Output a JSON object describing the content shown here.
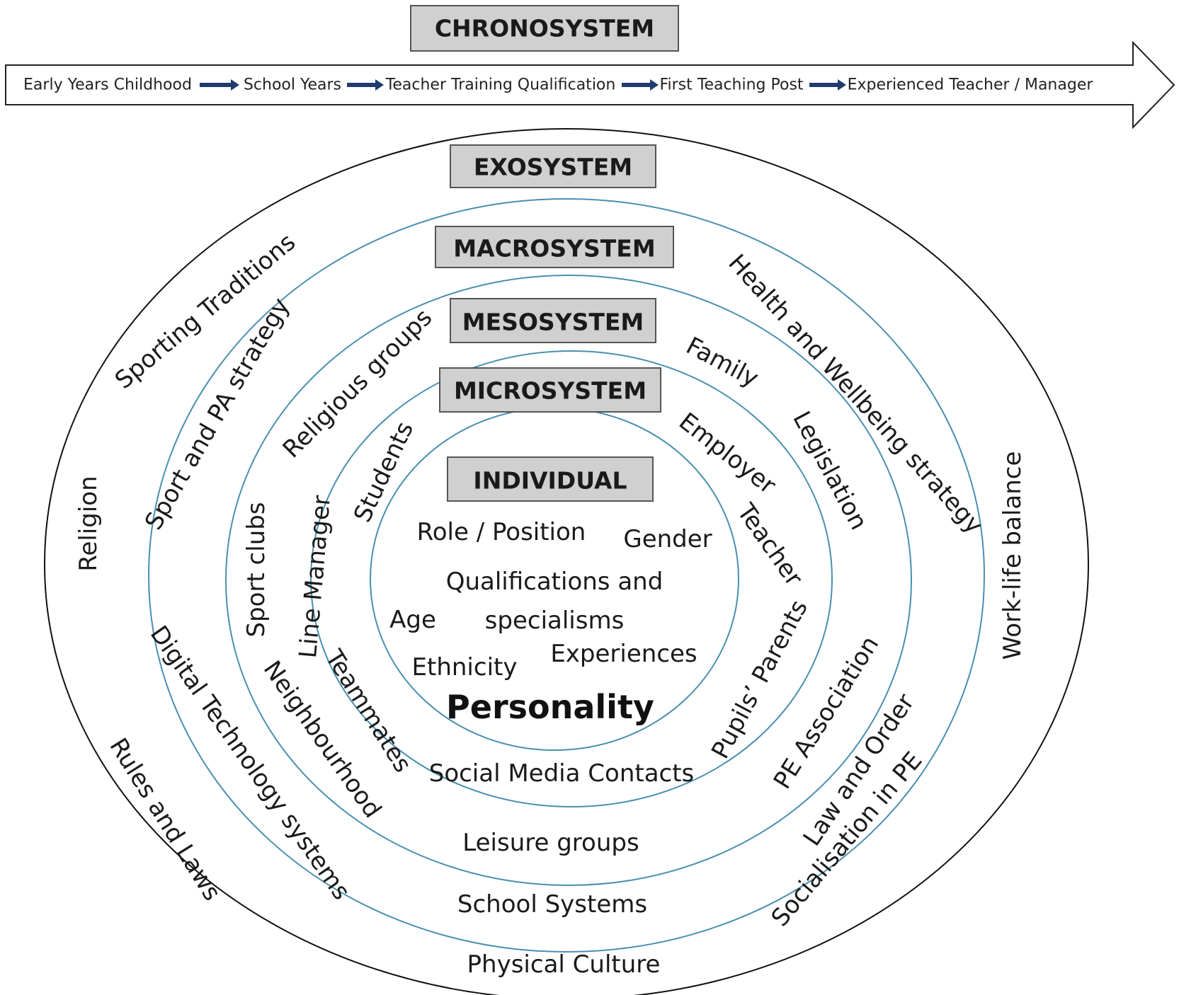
{
  "chronosystem": {
    "title": "CHRONOSYSTEM",
    "steps": [
      "Early Years Childhood",
      "School Years",
      "Teacher Training Qualification",
      "First Teaching Post",
      "Experienced Teacher / Manager"
    ],
    "step_arrow_color": "#1f3b6e"
  },
  "systems": {
    "exosystem": "EXOSYSTEM",
    "macrosystem": "MACROSYSTEM",
    "mesosystem": "MESOSYSTEM",
    "microsystem": "MICROSYSTEM",
    "individual": "INDIVIDUAL"
  },
  "exosystem_items": [
    "Sporting Traditions",
    "Religion",
    "Rules and Laws",
    "Physical Culture",
    "Socialisation in PE",
    "Work-life balance",
    "Health and Wellbeing strategy"
  ],
  "macrosystem_items": [
    "Sport and PA strategy",
    "Digital Technology systems",
    "School Systems",
    "Law and Order",
    "Legislation"
  ],
  "mesosystem_items": [
    "Religious groups",
    "Sport clubs",
    "Neighbourhood",
    "Leisure groups",
    "PE Association",
    "Family"
  ],
  "microsystem_items": [
    "Students",
    "Line Manager",
    "Teammates",
    "Social Media Contacts",
    "Pupils’ Parents",
    "Teacher",
    "Employer"
  ],
  "individual_items": [
    "Role / Position",
    "Gender",
    "Qualifications and",
    "specialisms",
    "Age",
    "Ethnicity",
    "Experiences",
    "Personality"
  ],
  "colors": {
    "ring": "#4a8fb0",
    "box_fill": "#d0d0d0"
  }
}
